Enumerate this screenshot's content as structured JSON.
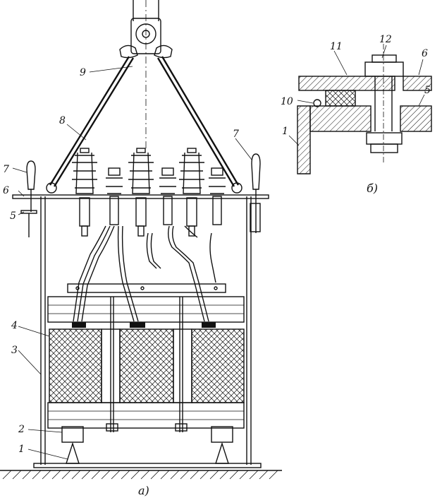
{
  "labels": {
    "a1": "1",
    "a2": "2",
    "a3": "3",
    "a4": "4",
    "a5": "5",
    "a6": "6",
    "a7l": "7",
    "a7r": "7",
    "a8": "8",
    "a9": "9",
    "b1": "1",
    "b5": "5",
    "b6": "6",
    "b10": "10",
    "b11": "11",
    "b12": "12"
  },
  "captions": {
    "a": "а)",
    "b": "б)"
  }
}
